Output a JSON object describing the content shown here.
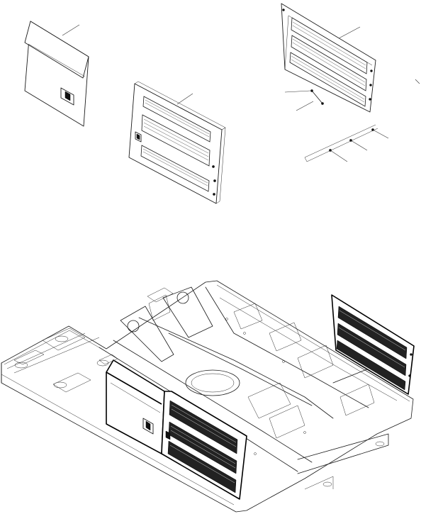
{
  "figure": {
    "kind": "exploded-parts-diagram",
    "parts": [
      {
        "id": "access-door-solid",
        "icon": "door-panel-with-latch"
      },
      {
        "id": "grille-door-front",
        "icon": "door-panel-with-grilles"
      },
      {
        "id": "grille-door-rear",
        "icon": "door-panel-with-grilles"
      },
      {
        "id": "door-hardware",
        "icon": "hinge-rod-and-bolts"
      },
      {
        "id": "upper-frame",
        "icon": "machine-frame"
      }
    ]
  }
}
